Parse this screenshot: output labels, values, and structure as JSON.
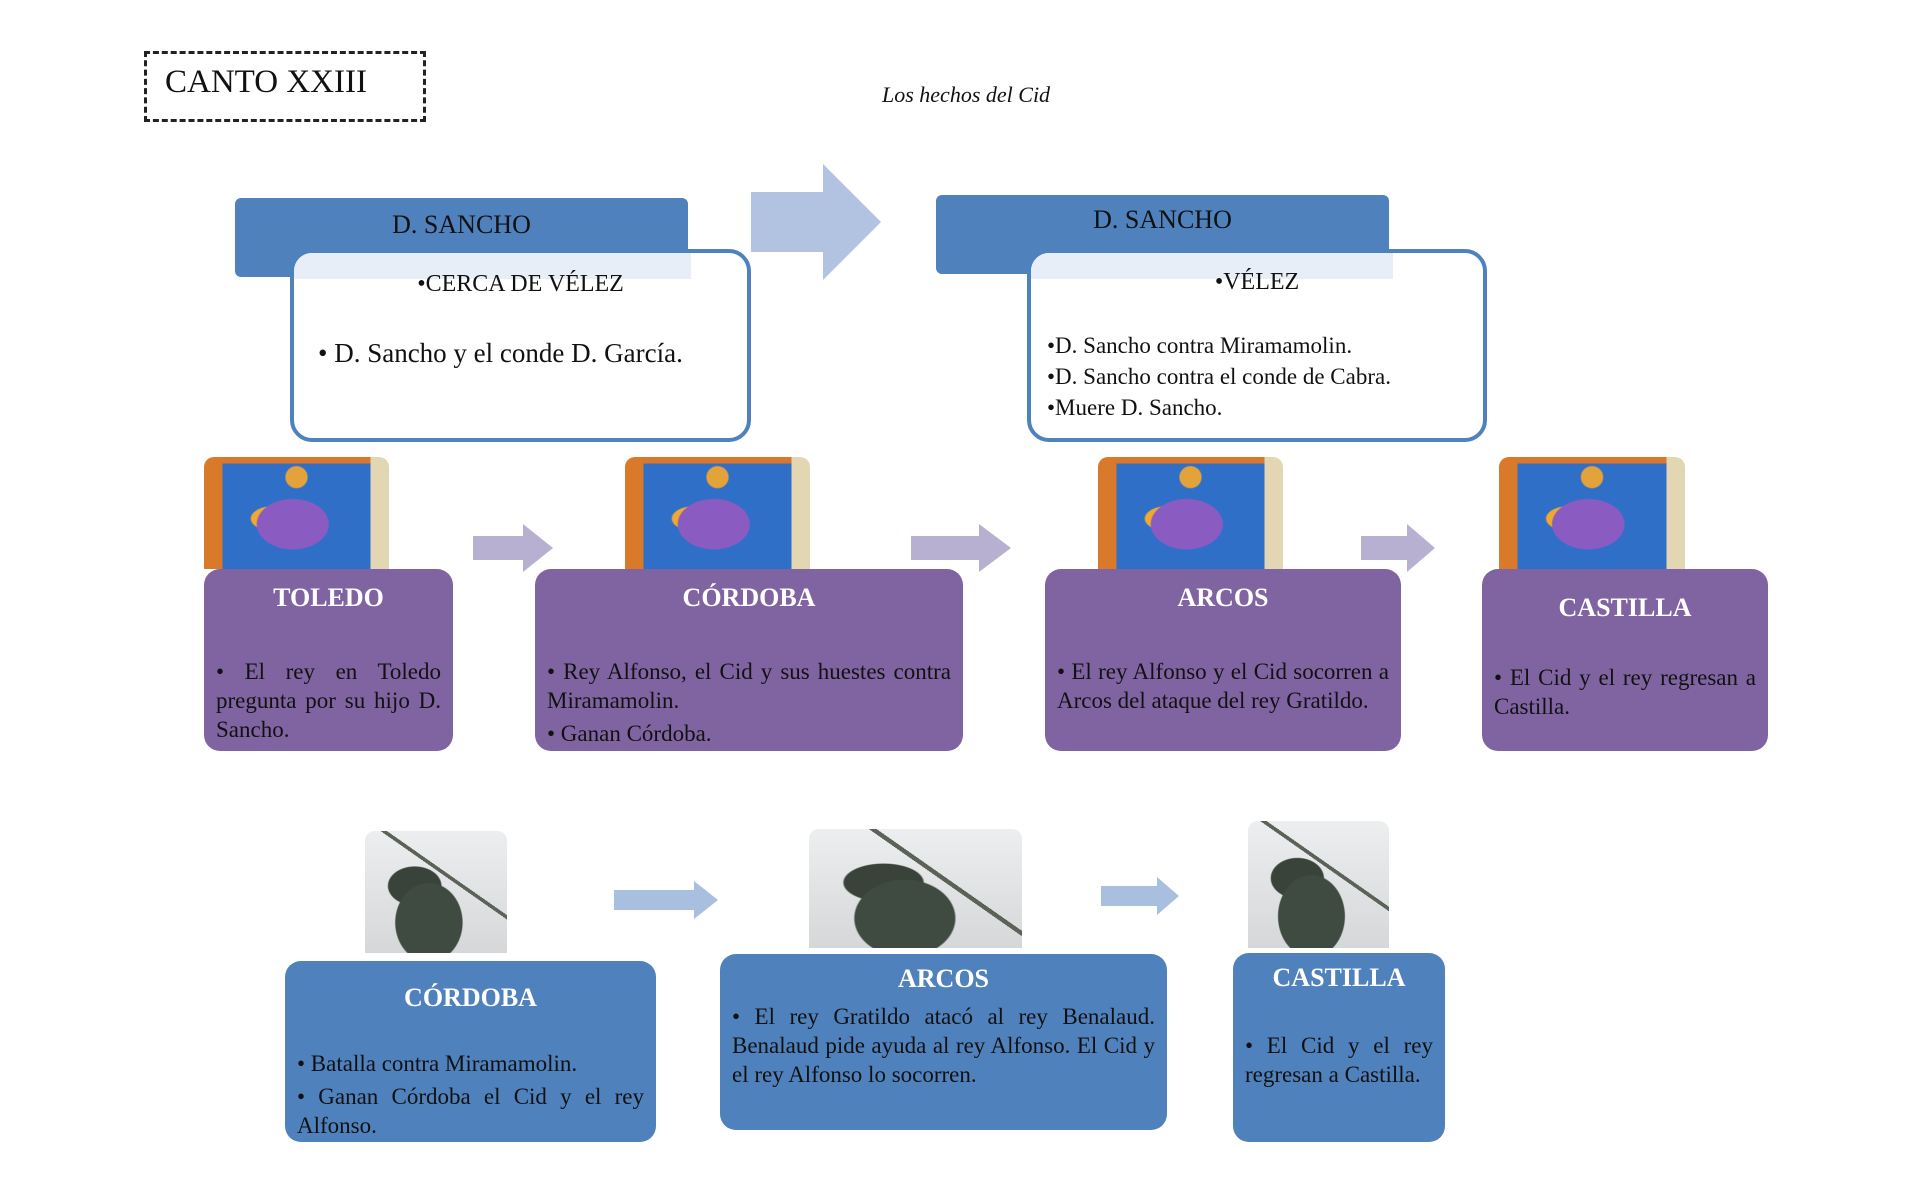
{
  "header": {
    "canto": "CANTO XXIII",
    "subtitle": "Los hechos del Cid"
  },
  "top": [
    {
      "header": "D. SANCHO",
      "place": "•CERCA DE VÉLEZ",
      "items": [
        "• D. Sancho y el conde D. García."
      ]
    },
    {
      "header": "D. SANCHO",
      "place": "•VÉLEZ",
      "items": [
        "•D. Sancho contra Miramamolin.",
        "•D. Sancho contra el conde de Cabra.",
        "•Muere D. Sancho."
      ]
    }
  ],
  "middle": [
    {
      "image": "king-portrait",
      "title": "TOLEDO",
      "items": [
        "•  El rey en Toledo pregunta por su hijo D. Sancho."
      ]
    },
    {
      "image": "king-portrait",
      "title": "CÓRDOBA",
      "items": [
        "•  Rey Alfonso, el Cid y sus huestes contra Miramamolin.",
        "•  Ganan Córdoba."
      ]
    },
    {
      "image": "king-portrait",
      "title": "ARCOS",
      "items": [
        "•  El rey Alfonso y el Cid socorren a Arcos del ataque del rey Gratildo."
      ]
    },
    {
      "image": "king-portrait",
      "title": "CASTILLA",
      "items": [
        "•  El Cid y el rey regresan a Castilla."
      ]
    }
  ],
  "bottom": [
    {
      "image": "cid-statue",
      "title": "CÓRDOBA",
      "items": [
        "•  Batalla contra Miramamolin.",
        "• Ganan Córdoba el Cid y el rey Alfonso."
      ]
    },
    {
      "image": "cid-statue",
      "title": "ARCOS",
      "items": [
        "• El rey Gratildo atacó al rey Benalaud. Benalaud pide ayuda al rey Alfonso. El Cid y el rey Alfonso lo socorren."
      ]
    },
    {
      "image": "cid-statue",
      "title": "CASTILLA",
      "items": [
        "• El Cid y el rey regresan a Castilla."
      ]
    }
  ],
  "colors": {
    "blue": "#4f81bd",
    "purple": "#8064a2",
    "arrow_light_blue": "#b1c3e0",
    "arrow_lavender": "#b8b0d0"
  }
}
